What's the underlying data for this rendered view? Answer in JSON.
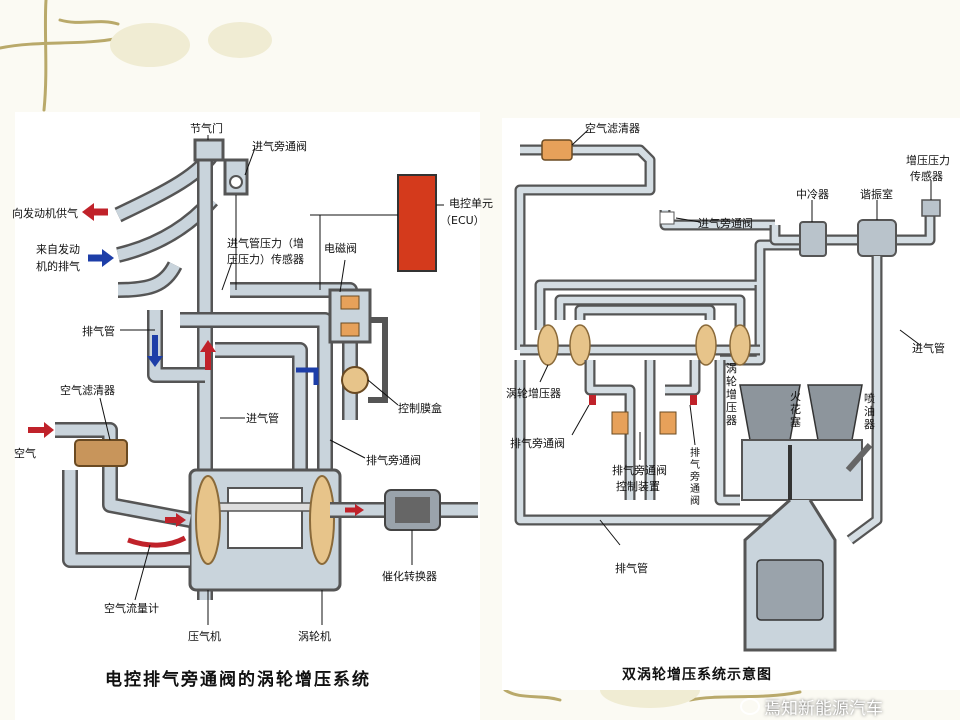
{
  "left_diagram": {
    "caption": "电控排气旁通阀的涡轮增压系统",
    "labels": {
      "throttle": "节气门",
      "intake_bypass_valve": "进气旁通阀",
      "to_engine": "向发动机供气",
      "from_engine_1": "来自发动",
      "from_engine_2": "机的排气",
      "boost_sensor_1": "进气管压力（增",
      "boost_sensor_2": "压压力）传感器",
      "solenoid_valve": "电磁阀",
      "ecu_1": "电控单元",
      "ecu_2": "（ECU）",
      "exhaust_manifold": "排气管",
      "air_filter": "空气滤清器",
      "air": "空气",
      "control_diaphragm": "控制膜盒",
      "intake_manifold": "进气管",
      "exhaust_bypass_valve": "排气旁通阀",
      "catalytic_converter": "催化转换器",
      "air_flow_meter": "空气流量计",
      "compressor": "压气机",
      "turbine": "涡轮机"
    }
  },
  "right_diagram": {
    "caption": "双涡轮增压系统示意图",
    "labels": {
      "air_filter": "空气滤清器",
      "boost_sensor_1": "增压压力",
      "boost_sensor_2": "传感器",
      "intercooler": "中冷器",
      "resonator": "谐振室",
      "intake_bypass_valve": "进气旁通阀",
      "intake_pipe": "进气管",
      "turbocharger": "涡轮增压器",
      "turbocharger_vertical": "涡轮增压器",
      "spark_plug": "火花塞",
      "injector": "喷油器",
      "exhaust_bypass_valve": "排气旁通阀",
      "exhaust_bypass_valve_vertical": "排气旁通阀",
      "bypass_control_1": "排气旁通阀",
      "bypass_control_2": "控制装置",
      "exhaust_pipe": "排气管"
    }
  },
  "watermark": "焉知新能源汽车",
  "colors": {
    "arrow_red": "#c0222a",
    "arrow_blue": "#1d3ea8",
    "ecu_red": "#d43a1c",
    "turbo_tan": "#e7c48a",
    "pipe_fill": "#c9d4dc",
    "background": "#fbfaf3"
  }
}
